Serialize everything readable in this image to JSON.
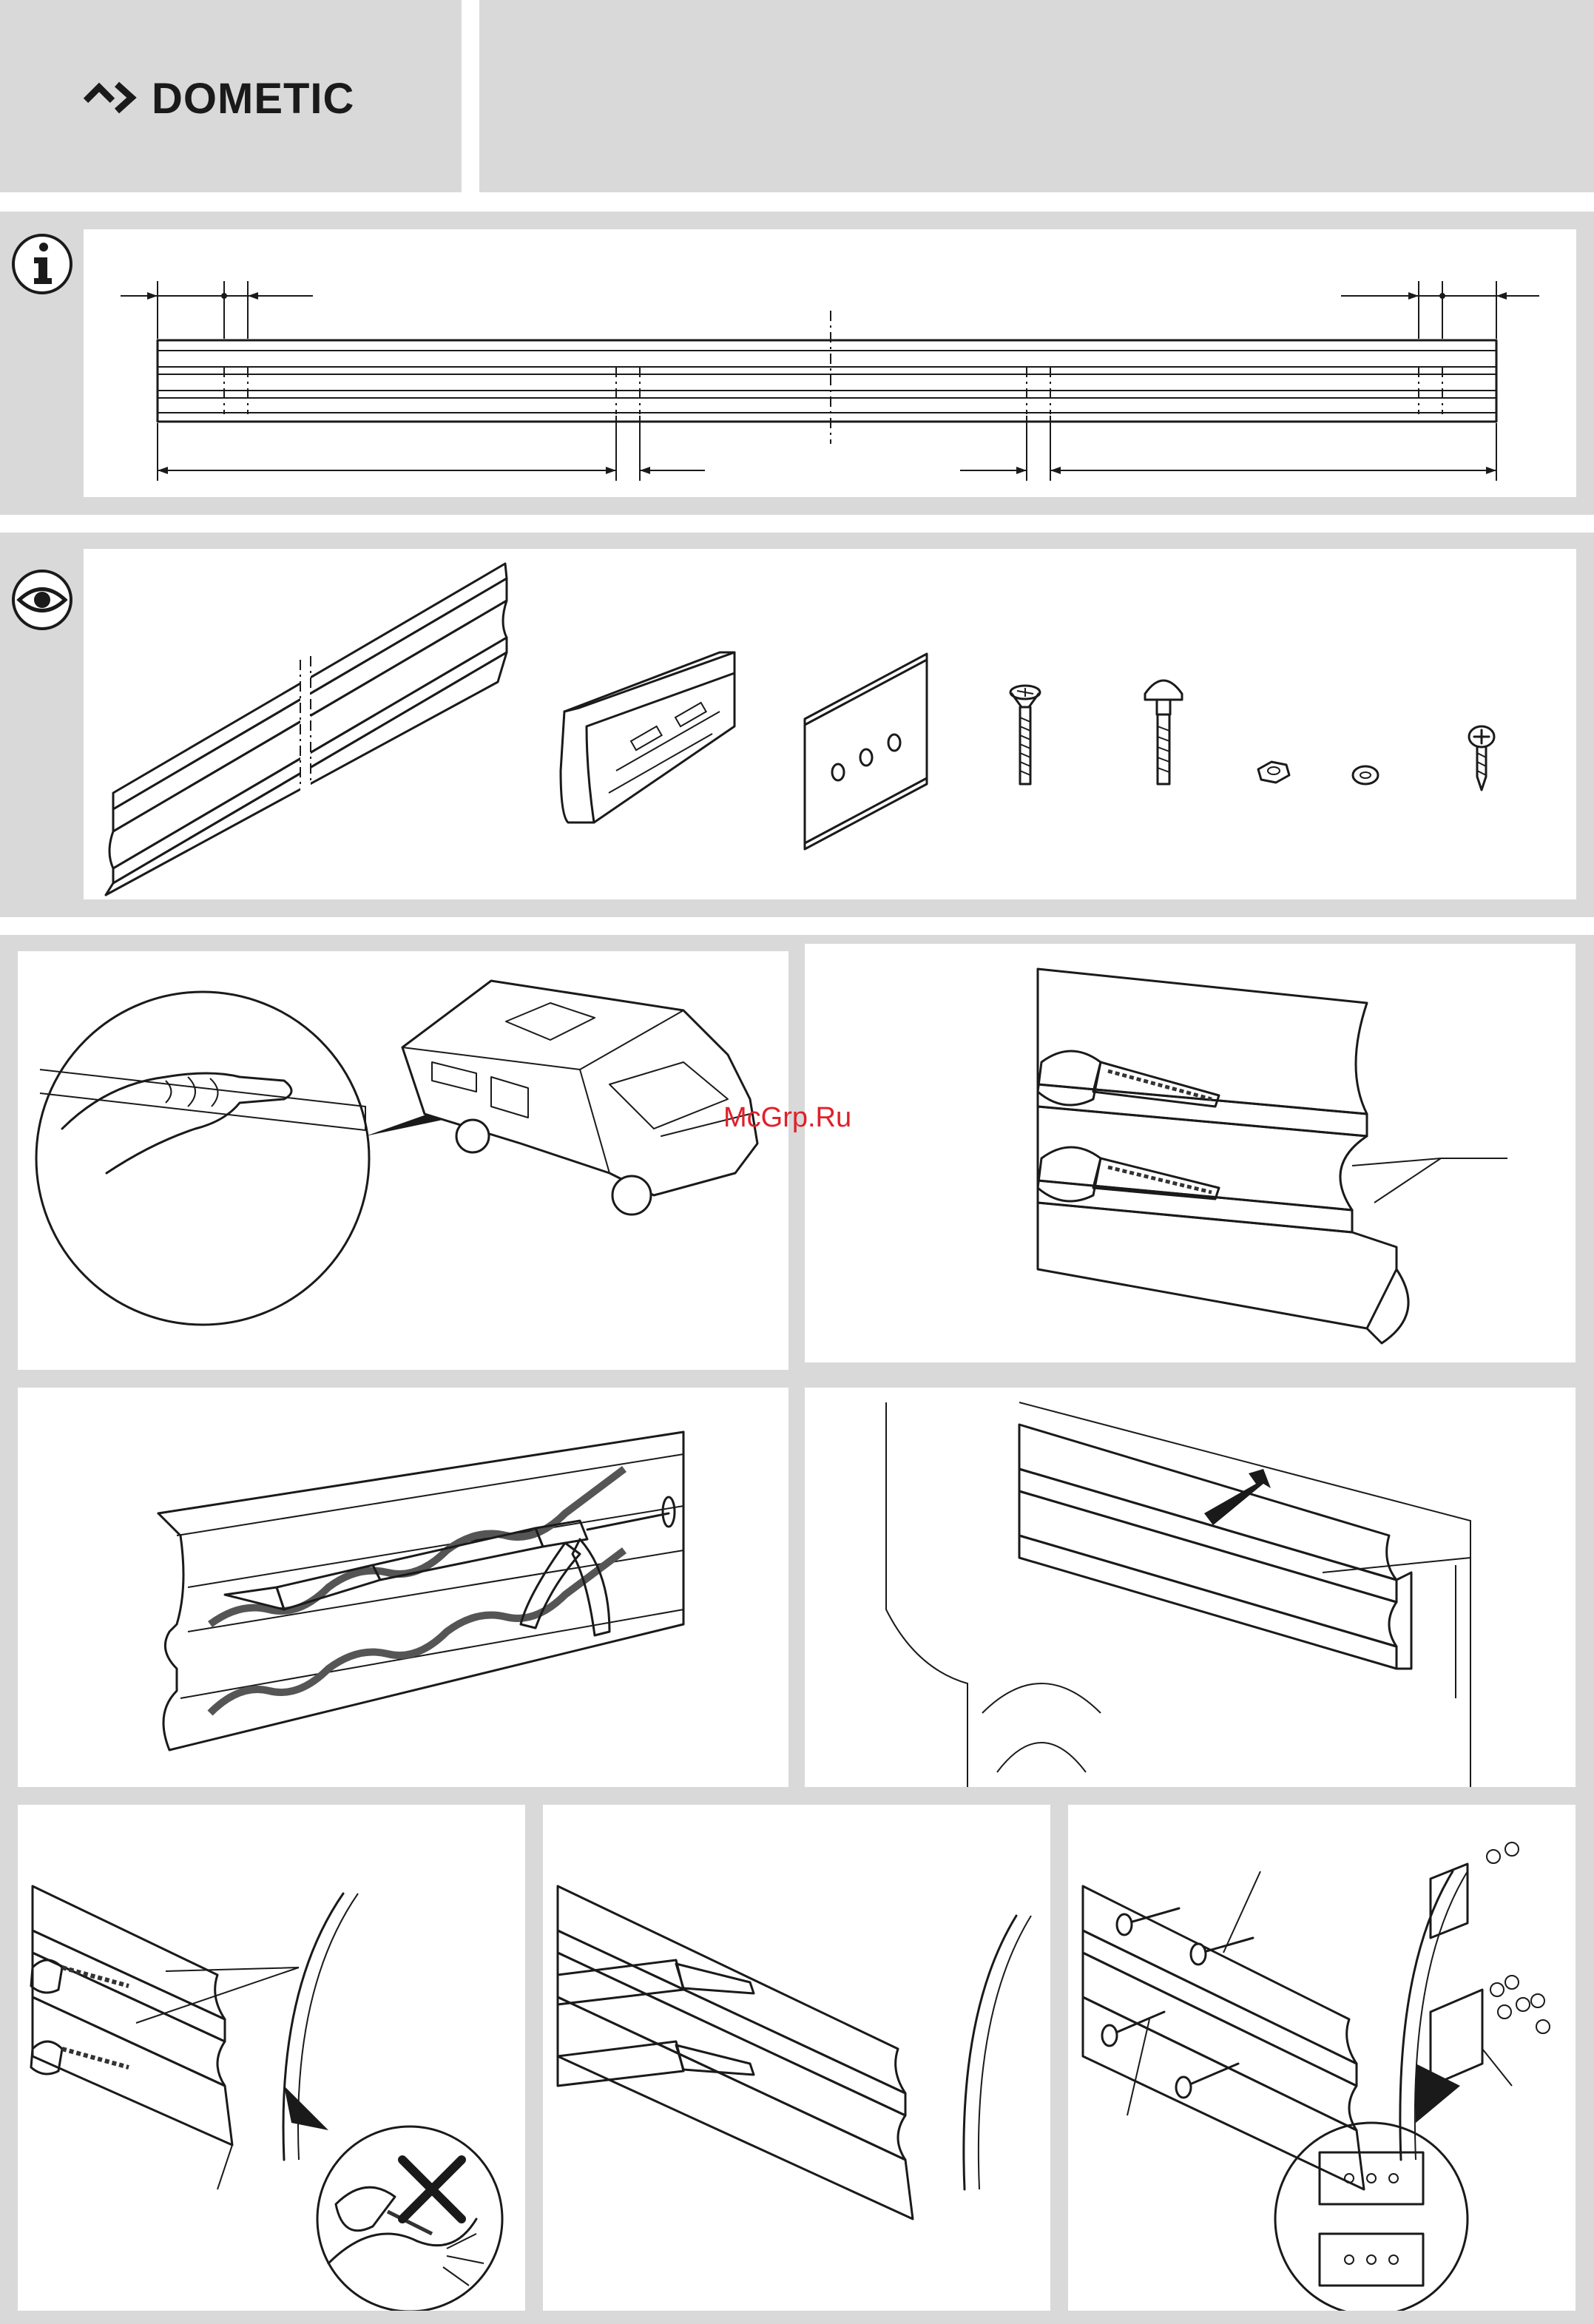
{
  "header": {
    "brand": "DOMETIC",
    "logo_icon": "dometic-chevron-logo"
  },
  "watermark": {
    "text": "McGrp.Ru",
    "color": "#e0202a"
  },
  "sections": {
    "info_icon": "info-icon",
    "parts_icon": "eye-icon"
  },
  "colors": {
    "frame_grey": "#d9d9d9",
    "line": "#1a1a1a",
    "part_fill": "#b8b8b8"
  }
}
